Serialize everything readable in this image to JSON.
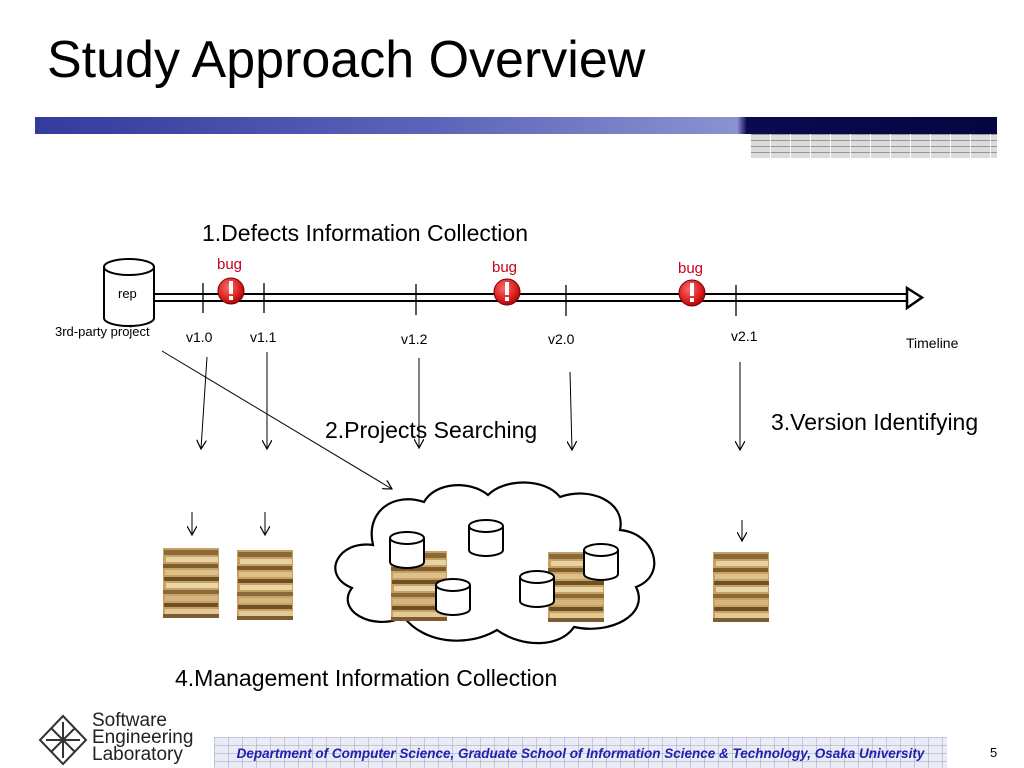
{
  "title": "Study Approach Overview",
  "steps": {
    "step1": "1.Defects Information Collection",
    "step2": "2.Projects Searching",
    "step3": "3.Version Identifying",
    "step4": "4.Management Information Collection"
  },
  "timeline": {
    "repo_label": "rep",
    "project_label": "3rd-party project",
    "axis_label": "Timeline",
    "versions": [
      "v1.0",
      "v1.1",
      "v1.2",
      "v2.0",
      "v2.1"
    ],
    "bug_label": "bug",
    "bug_mark": "!"
  },
  "footer": {
    "department": "Department of Computer Science, Graduate School of Information Science & Technology, Osaka University",
    "page_number": "5",
    "logo_lines": [
      "Software",
      "Engineering",
      "Laboratory"
    ]
  },
  "colors": {
    "bug_red": "#c8001e",
    "title_bar": "#333b9c",
    "footer_text": "#2020b0"
  },
  "icons": {
    "repository": "cylinder-icon",
    "bug": "exclamation-icon",
    "documents": "paper-stack-icon",
    "cloud": "cloud-icon",
    "logo": "sel-logo-icon"
  }
}
